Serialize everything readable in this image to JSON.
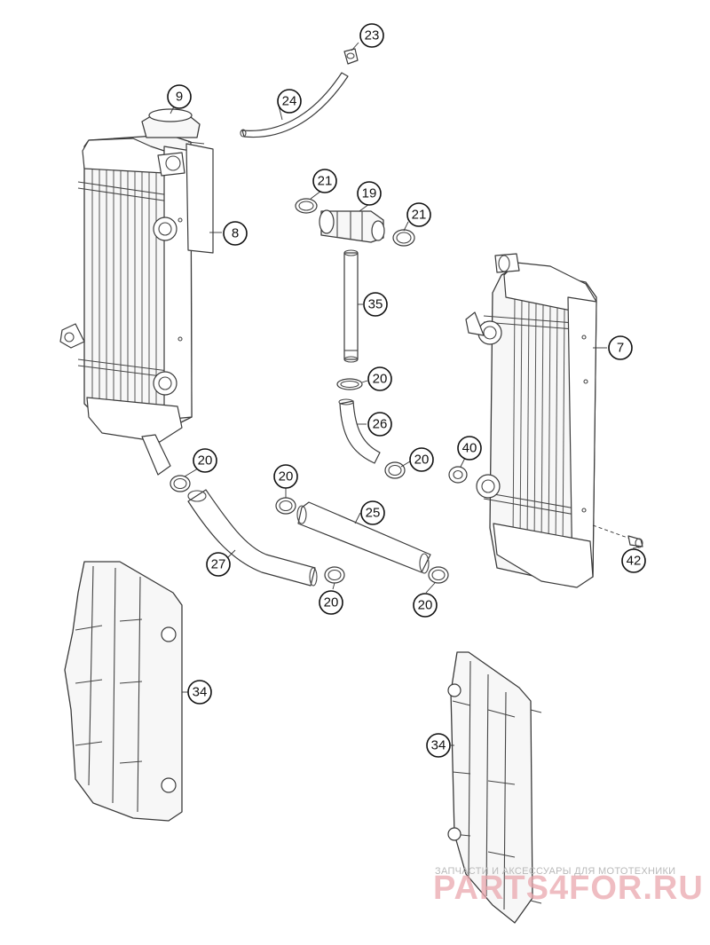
{
  "callouts": {
    "c23": "23",
    "c24": "24",
    "c9": "9",
    "c8": "8",
    "c21a": "21",
    "c19": "19",
    "c21b": "21",
    "c35": "35",
    "c7": "7",
    "c20a": "20",
    "c26": "26",
    "c20b": "20",
    "c40": "40",
    "c20c": "20",
    "c20d": "20",
    "c25": "25",
    "c27": "27",
    "c20e": "20",
    "c20f": "20",
    "c42": "42",
    "c34a": "34",
    "c34b": "34"
  },
  "watermark": {
    "tagline": "ЗАПЧАСТИ И АКСЕССУАРЫ ДЛЯ МОТОТЕХНИКИ",
    "brand": "PARTS4FOR.RU",
    "color": "#e9a7ad"
  }
}
